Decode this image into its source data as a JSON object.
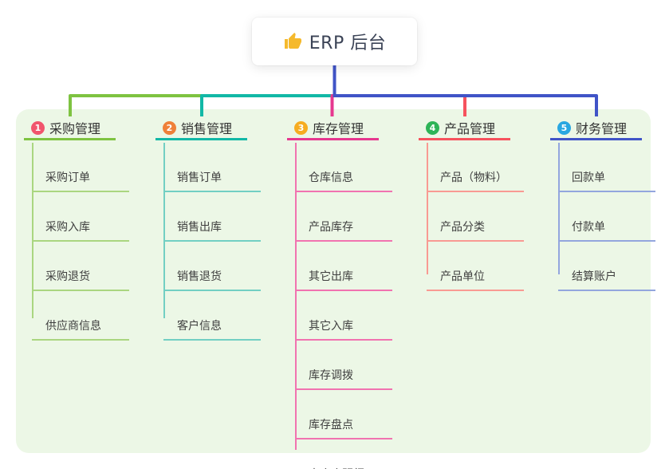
{
  "root": {
    "title": "ERP 后台",
    "icon": "thumbs-up-icon",
    "line_color": "#4054c7",
    "text_color": "#3b4356",
    "icon_color": "#f5b92c"
  },
  "panel": {
    "background": "#ecf7e6"
  },
  "branches": [
    {
      "index": "1",
      "label": "采购管理",
      "badge_color": "#f1556d",
      "line_color": "#7ec341",
      "child_line_color": "#aad680",
      "children": [
        "采购订单",
        "采购入库",
        "采购退货",
        "供应商信息"
      ]
    },
    {
      "index": "2",
      "label": "销售管理",
      "badge_color": "#ef8039",
      "line_color": "#12b8a6",
      "child_line_color": "#72cfc3",
      "children": [
        "销售订单",
        "销售出库",
        "销售退货",
        "客户信息"
      ]
    },
    {
      "index": "3",
      "label": "库存管理",
      "badge_color": "#f6ac21",
      "line_color": "#e6388f",
      "child_line_color": "#f173b0",
      "children": [
        "仓库信息",
        "产品库存",
        "其它出库",
        "其它入库",
        "库存调拨",
        "库存盘点",
        "出库库明细"
      ]
    },
    {
      "index": "4",
      "label": "产品管理",
      "badge_color": "#2eb457",
      "line_color": "#f6525d",
      "child_line_color": "#f99a93",
      "children": [
        "产品（物料）",
        "产品分类",
        "产品单位"
      ]
    },
    {
      "index": "5",
      "label": "财务管理",
      "badge_color": "#29a7e1",
      "line_color": "#4054c7",
      "child_line_color": "#93a6de",
      "children": [
        "回款单",
        "付款单",
        "结算账户"
      ]
    }
  ]
}
